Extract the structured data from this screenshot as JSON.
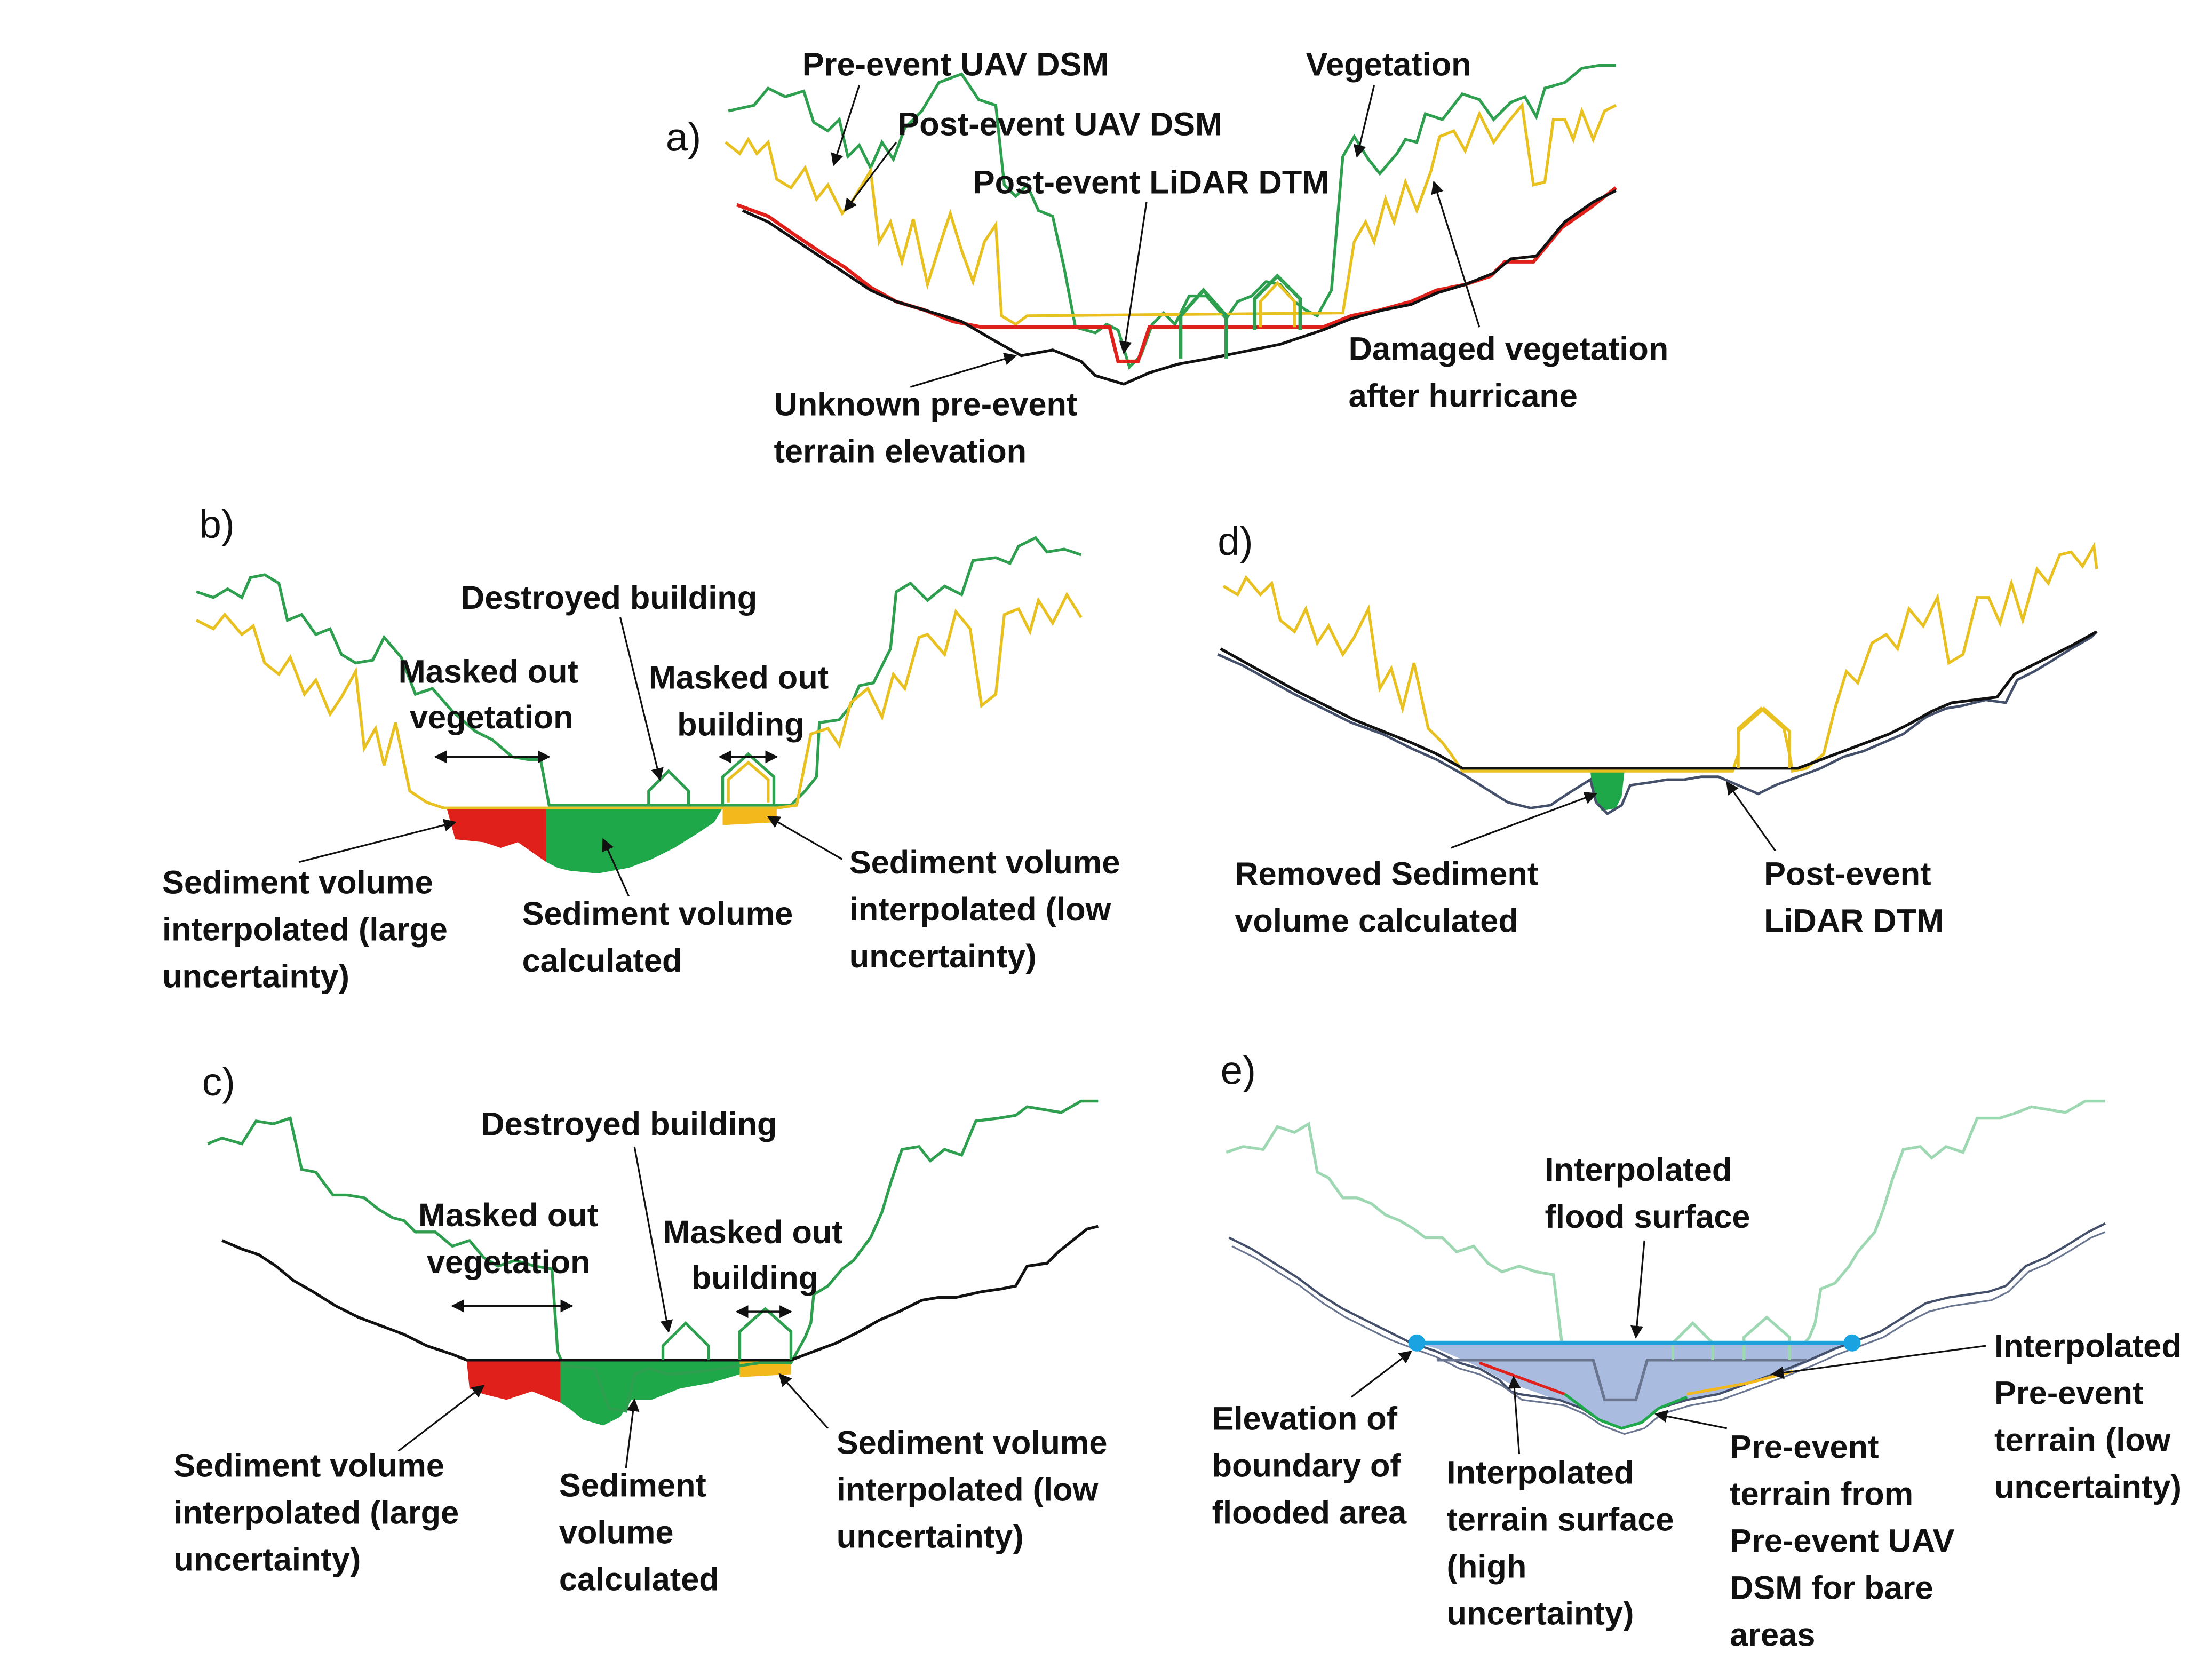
{
  "colors": {
    "pre_event_dsm": "#2e9e4f",
    "post_event_dsm": "#e8c020",
    "lidar_dtm": "#111111",
    "lidar_dtm_alt": "#44506a",
    "interpolated_red": "#e0201a",
    "sediment_large_uncertainty": "#e0201a",
    "sediment_calculated": "#1ea84a",
    "sediment_low_uncertainty": "#f2b81c",
    "flood_surface": "#1aa3e0",
    "flood_fill": "#aabbe0"
  },
  "panels": {
    "a": {
      "letter": "a)",
      "pre_event_uav_dsm": "Pre-event UAV DSM",
      "vegetation": "Vegetation",
      "post_event_uav_dsm": "Post-event UAV DSM",
      "post_event_lidar_dtm": "Post-event LiDAR DTM",
      "damaged_vegetation": [
        "Damaged vegetation",
        "after hurricane"
      ],
      "unknown_pre_event": [
        "Unknown pre-event",
        "terrain elevation"
      ]
    },
    "b": {
      "letter": "b)",
      "destroyed_building": "Destroyed building",
      "masked_vegetation": [
        "Masked out",
        "vegetation"
      ],
      "masked_building": [
        "Masked out",
        "building"
      ],
      "sediment_large": [
        "Sediment volume",
        "interpolated (large",
        "uncertainty)"
      ],
      "sediment_calc": [
        "Sediment volume",
        "calculated"
      ],
      "sediment_low": [
        "Sediment volume",
        "interpolated (low",
        "uncertainty)"
      ]
    },
    "c": {
      "letter": "c)",
      "destroyed_building": "Destroyed building",
      "masked_vegetation": [
        "Masked out",
        "vegetation"
      ],
      "masked_building": [
        "Masked out",
        "building"
      ],
      "sediment_large": [
        "Sediment volume",
        "interpolated (large",
        "uncertainty)"
      ],
      "sediment_calc": [
        "Sediment",
        "volume",
        "calculated"
      ],
      "sediment_low": [
        "Sediment volume",
        "interpolated (low",
        "uncertainty)"
      ]
    },
    "d": {
      "letter": "d)",
      "removed_sediment": [
        "Removed Sediment",
        "volume calculated"
      ],
      "post_event_lidar": [
        "Post-event",
        "LiDAR DTM"
      ]
    },
    "e": {
      "letter": "e)",
      "interpolated_flood": [
        "Interpolated",
        "flood surface"
      ],
      "elevation_boundary": [
        "Elevation of",
        "boundary of",
        "flooded area"
      ],
      "interpolated_terrain": [
        "Interpolated",
        "terrain surface",
        "(high",
        "uncertainty)"
      ],
      "pre_event_terrain": [
        "Pre-event",
        "terrain from",
        "Pre-event UAV",
        "DSM for bare",
        "areas"
      ],
      "interpolated_pre_event": [
        "Interpolated",
        "Pre-event",
        "terrain (low",
        "uncertainty)"
      ]
    }
  }
}
